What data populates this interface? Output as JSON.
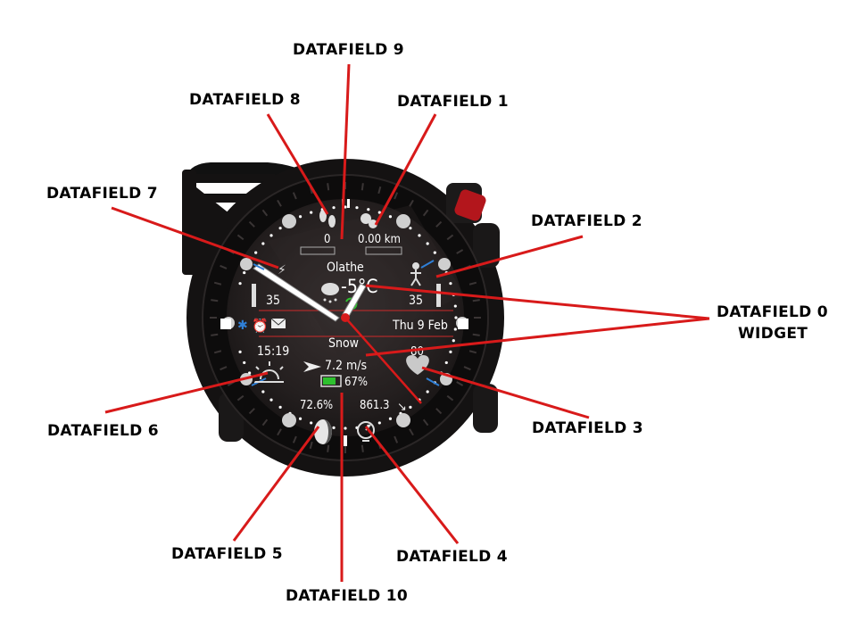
{
  "callouts": {
    "df9": "DATAFIELD 9",
    "df8": "DATAFIELD 8",
    "df1": "DATAFIELD 1",
    "df7": "DATAFIELD 7",
    "df2": "DATAFIELD 2",
    "df0": "DATAFIELD 0",
    "widget": "WIDGET",
    "df6": "DATAFIELD 6",
    "df3": "DATAFIELD 3",
    "df5": "DATAFIELD 5",
    "df4": "DATAFIELD 4",
    "df10": "DATAFIELD 10"
  },
  "watch": {
    "steps_value": "0",
    "distance_value": "0.00 km",
    "location": "Olathe",
    "temperature": "-5°C",
    "left_value": "35",
    "right_value": "35",
    "date": "Thu 9 Feb",
    "weather_condition": "Snow",
    "heart_rate": "80",
    "sunrise_time": "15:19",
    "wind": "7.2 m/s",
    "battery": "67%",
    "moon_percent": "72.6%",
    "pressure": "861.3"
  },
  "colors": {
    "callout_line": "#d81a1a",
    "accent_blue": "#2f7fd6",
    "battery_green": "#2ec12e",
    "crown_red": "#b3161c"
  },
  "icons": [
    "footprints-icon",
    "location-pin-icon",
    "lightning-icon",
    "weather-snow-icon",
    "activity-person-icon",
    "bluetooth-icon",
    "alarm-icon",
    "message-icon",
    "sunrise-icon",
    "wind-arrow-icon",
    "battery-icon",
    "heart-icon",
    "moon-icon",
    "barometer-icon",
    "trend-down-icon"
  ]
}
